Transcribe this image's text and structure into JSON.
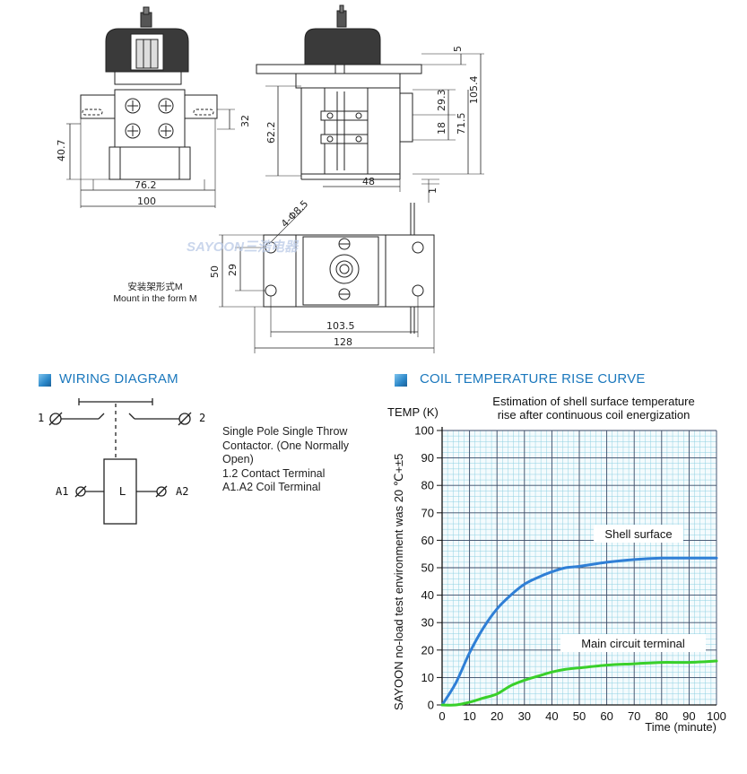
{
  "drawing": {
    "dims": {
      "w_76_2": "76.2",
      "w_100": "100",
      "h_40_7": "40.7",
      "h_32": "32",
      "h_62_2": "62.2",
      "w_48": "48",
      "h_5": "5",
      "h_29_3": "29.3",
      "h_18": "18",
      "h_71_5": "71.5",
      "h_105_4": "105.4",
      "h_1": "1",
      "holes": "4-Φ8.5",
      "h_50": "50",
      "h_29": "29",
      "w_103_5": "103.5",
      "w_128": "128"
    },
    "mount_caption_cn": "安装架形式M",
    "mount_caption_en": "Mount in the form M",
    "watermark": "SAYOON三浩电器"
  },
  "wiring": {
    "title": "WIRING DIAGRAM",
    "terminal_1": "1",
    "terminal_2": "2",
    "coil_left": "A1",
    "coil_right": "A2",
    "coil_label": "L",
    "description": [
      "Single Pole Single Throw",
      "Contactor. (One Normally",
      "Open)",
      "1.2 Contact Terminal",
      "A1.A2 Coil Terminal"
    ]
  },
  "curve_section": {
    "title": "COIL TEMPERATURE RISE CURVE"
  },
  "chart_data": {
    "type": "line",
    "title": "Estimation of shell surface temperature rise after continuous coil energization",
    "title_lines": [
      "Estimation of shell surface temperature",
      "rise after continuous coil energization"
    ],
    "ylabel": "TEMP (K)",
    "xlabel": "Time (minute)",
    "side_note": "SAYOON no-load test environment was 20  ℃+±5",
    "xlim": [
      0,
      100
    ],
    "ylim": [
      0,
      100
    ],
    "xticks": [
      "0",
      "10",
      "20",
      "30",
      "40",
      "50",
      "60",
      "70",
      "80",
      "90",
      "100"
    ],
    "yticks": [
      "0",
      "10",
      "20",
      "30",
      "40",
      "50",
      "60",
      "70",
      "80",
      "90",
      "100"
    ],
    "grid": true,
    "series": [
      {
        "name": "Shell surface",
        "color": "#2f7fd6",
        "x": [
          0,
          5,
          10,
          15,
          20,
          25,
          30,
          35,
          40,
          45,
          50,
          60,
          70,
          80,
          90,
          100
        ],
        "y": [
          0,
          8,
          19,
          28,
          35,
          40,
          44,
          46.5,
          48.5,
          50,
          50.5,
          52,
          53,
          53.5,
          53.5,
          53.5
        ]
      },
      {
        "name": "Main circuit terminal",
        "color": "#39d02a",
        "x": [
          0,
          5,
          10,
          15,
          20,
          25,
          30,
          35,
          40,
          45,
          50,
          60,
          70,
          80,
          90,
          100
        ],
        "y": [
          0,
          0,
          1,
          2.5,
          4,
          7,
          9,
          10.5,
          12,
          13,
          13.5,
          14.5,
          15,
          15.5,
          15.5,
          16
        ]
      }
    ]
  }
}
